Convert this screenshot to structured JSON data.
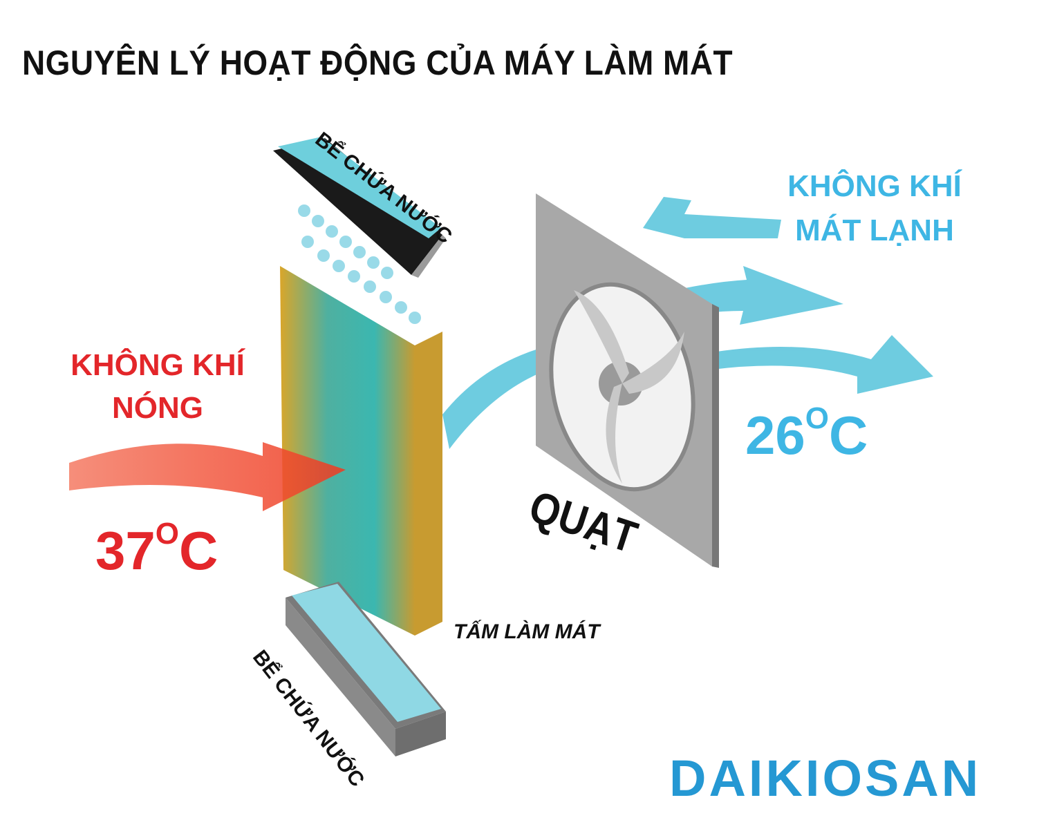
{
  "title": "NGUYÊN LÝ HOẠT ĐỘNG CỦA MÁY LÀM MÁT",
  "hot_air": {
    "label_line1": "KHÔNG KHÍ",
    "label_line2": "NÓNG",
    "temperature": "37",
    "degree": "O",
    "unit": "C",
    "color": "#e3262a"
  },
  "cool_air": {
    "label_line1": "KHÔNG KHÍ",
    "label_line2": "MÁT LẠNH",
    "temperature": "26",
    "degree": "O",
    "unit": "C",
    "color": "#3eb6e4"
  },
  "components": {
    "top_tank": "BỂ CHỨA NƯỚC",
    "bottom_tank": "BỂ CHỨA NƯỚC",
    "cooling_pad": "TẤM LÀM MÁT",
    "fan": "QUẠT"
  },
  "brand": {
    "logo": "DAIKIOSAN",
    "color": "#2598d3"
  }
}
